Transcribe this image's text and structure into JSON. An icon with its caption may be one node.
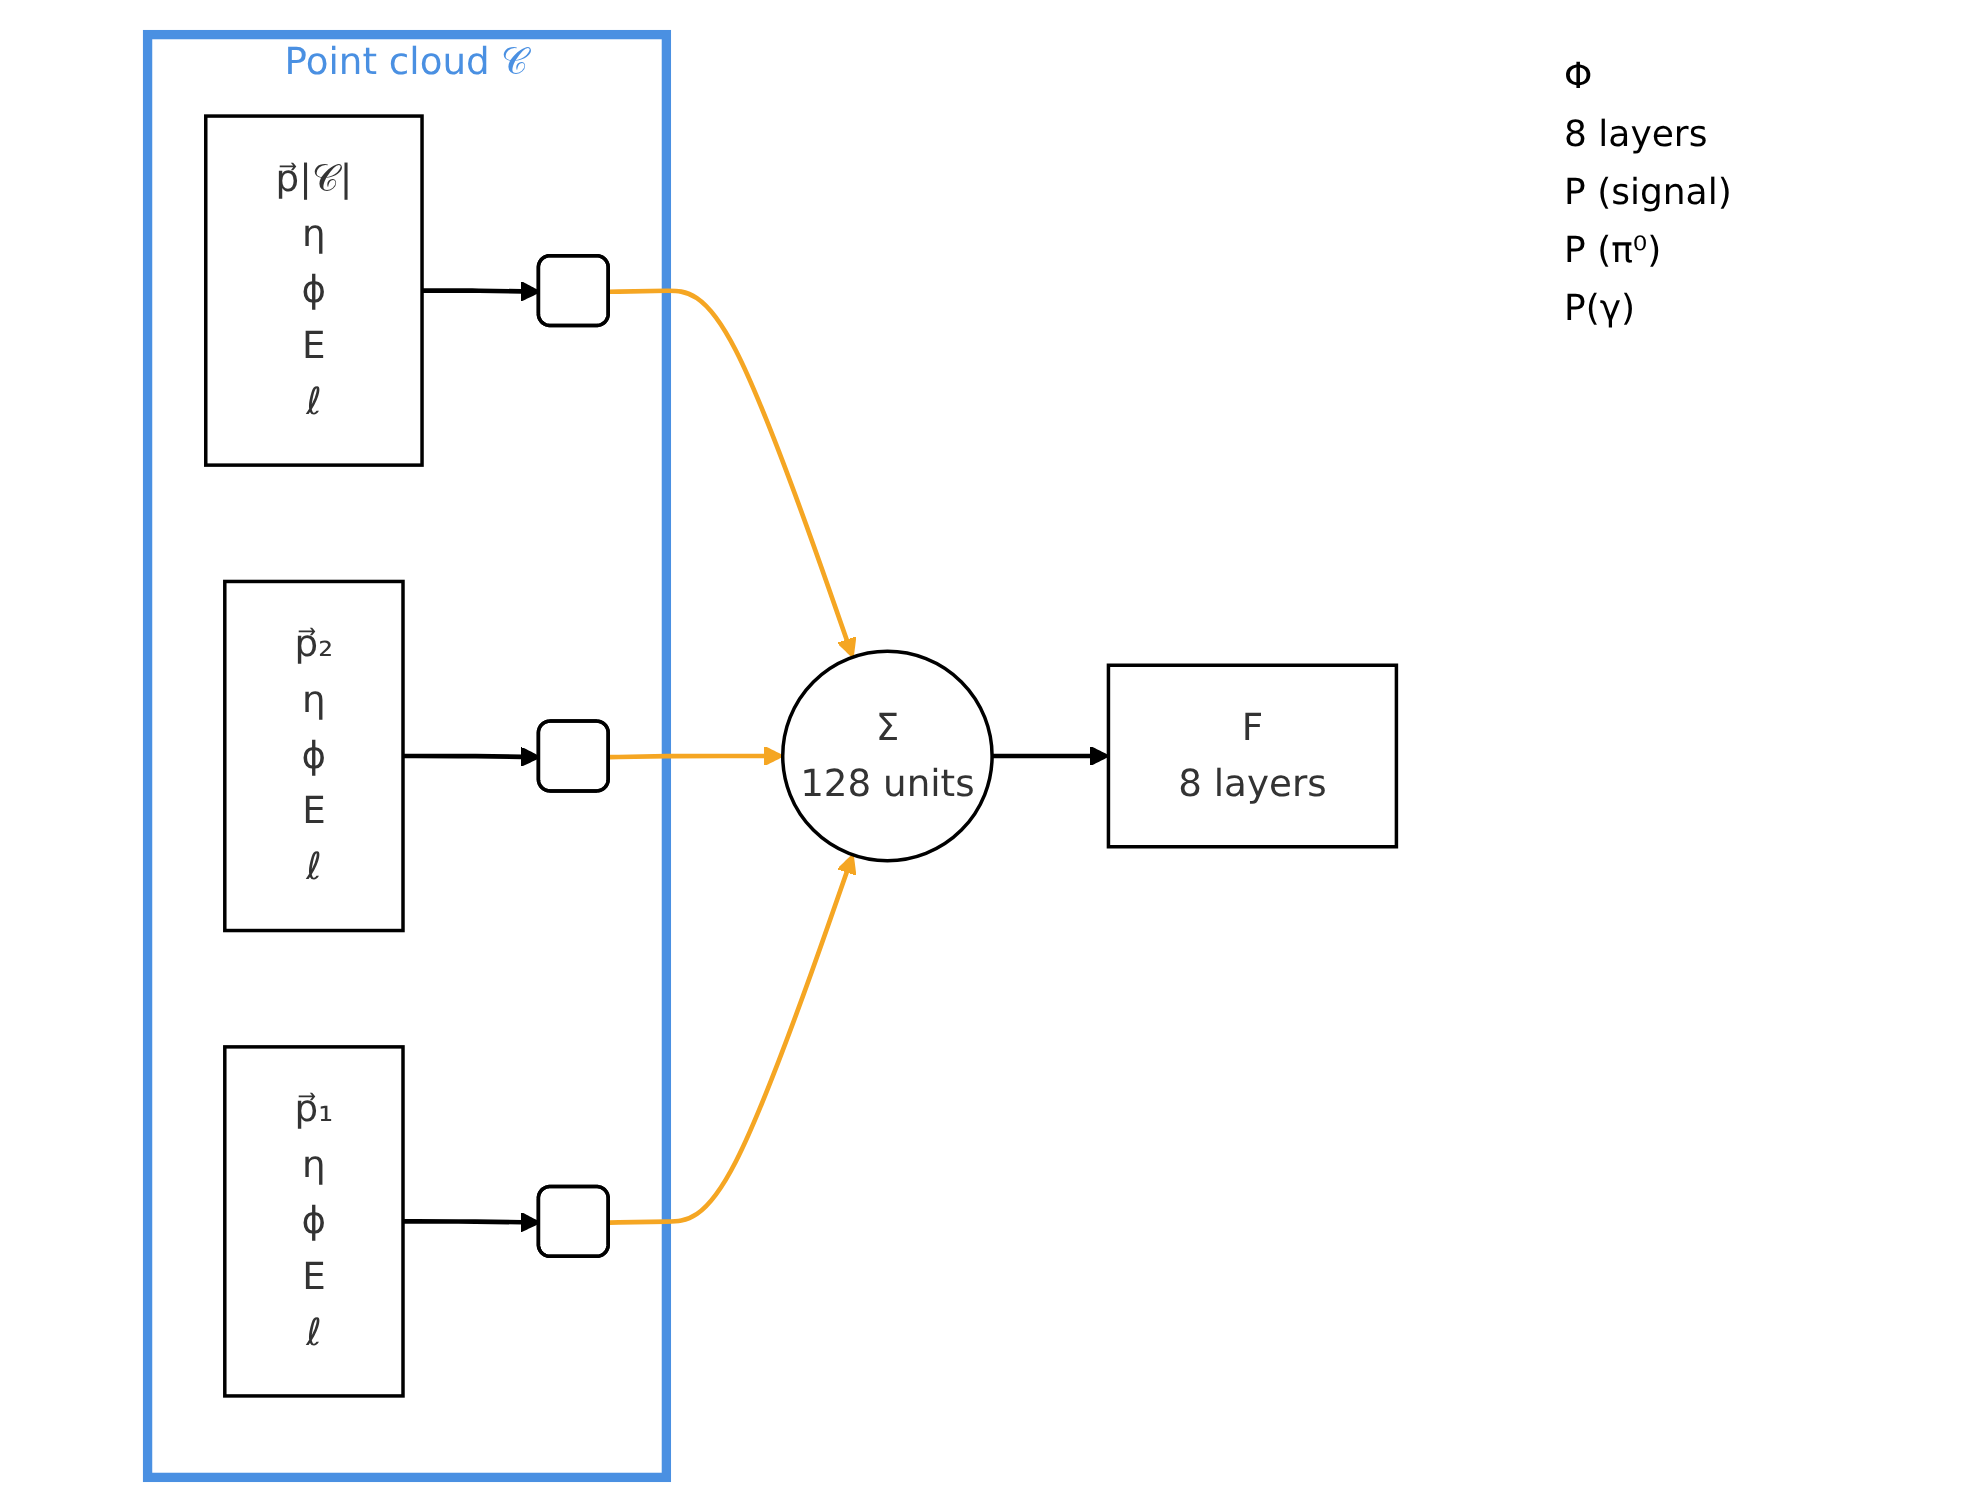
{
  "diagram": {
    "nodes": [
      {
        "text": [
          "Point cloud 𝒞"
        ]
      },
      {
        "text": [
          "p⃗|𝒞|",
          "η",
          "ϕ",
          "E",
          "ℓ"
        ],
        "in": 0
      },
      {
        "text": [],
        "shape": "box",
        "in": 0
      },
      {
        "text": [
          "p⃗₂",
          "η",
          "ϕ",
          "E",
          "ℓ"
        ],
        "in": 0
      },
      {
        "text": [],
        "shape": "box",
        "in": 0
      },
      {
        "text": [
          "p⃗₁",
          "η",
          "ϕ",
          "E",
          "ℓ"
        ],
        "in": 0
      },
      {
        "text": [],
        "shape": "box",
        "in": 0
      },
      {
        "text": [
          "Σ",
          "128 units"
        ]
      },
      {
        "text": [
          "F",
          "8 layers"
        ]
      }
    ],
    "edges": [
      {
        "from": 1,
        "to": 2,
        "arrow": "to"
      },
      {
        "from": 3,
        "to": 4,
        "arrow": "to"
      },
      {
        "from": 5,
        "to": 6,
        "arrow": "to"
      },
      {
        "from": 2,
        "to": 7,
        "arrow": "to",
        "color": "#f5a623"
      },
      {
        "from": 4,
        "to": 7,
        "arrow": "to",
        "color": "#f5a623"
      },
      {
        "from": 6,
        "to": 7,
        "arrow": "to",
        "color": "#f5a623"
      },
      {
        "from": 7,
        "to": 8,
        "arrow": "to"
      }
    ],
    "labels": [
      "Φ",
      "8 layers",
      "P (signal)",
      "P (π⁰)",
      "P(γ)"
    ]
  }
}
